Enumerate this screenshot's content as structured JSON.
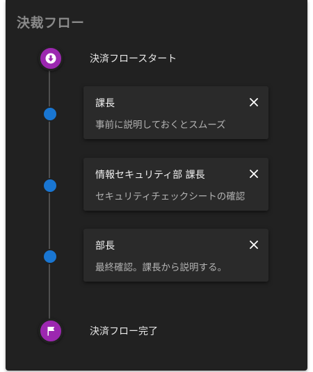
{
  "panel": {
    "title": "決裁フロー"
  },
  "timeline": {
    "start_label": "決済フロースタート",
    "end_label": "決済フロー完了",
    "milestone_color": "#9c27b0",
    "dot_color": "#1976d2",
    "steps": [
      {
        "title": "課長",
        "text": "事前に説明しておくとスムーズ"
      },
      {
        "title": "情報セキュリティ部 課長",
        "text": "セキュリティチェックシートの確認"
      },
      {
        "title": "部長",
        "text": "最終確認。課長から説明する。"
      }
    ]
  },
  "icons": {
    "start": "arrow-down-icon",
    "end": "flag-icon",
    "close": "close-icon"
  }
}
